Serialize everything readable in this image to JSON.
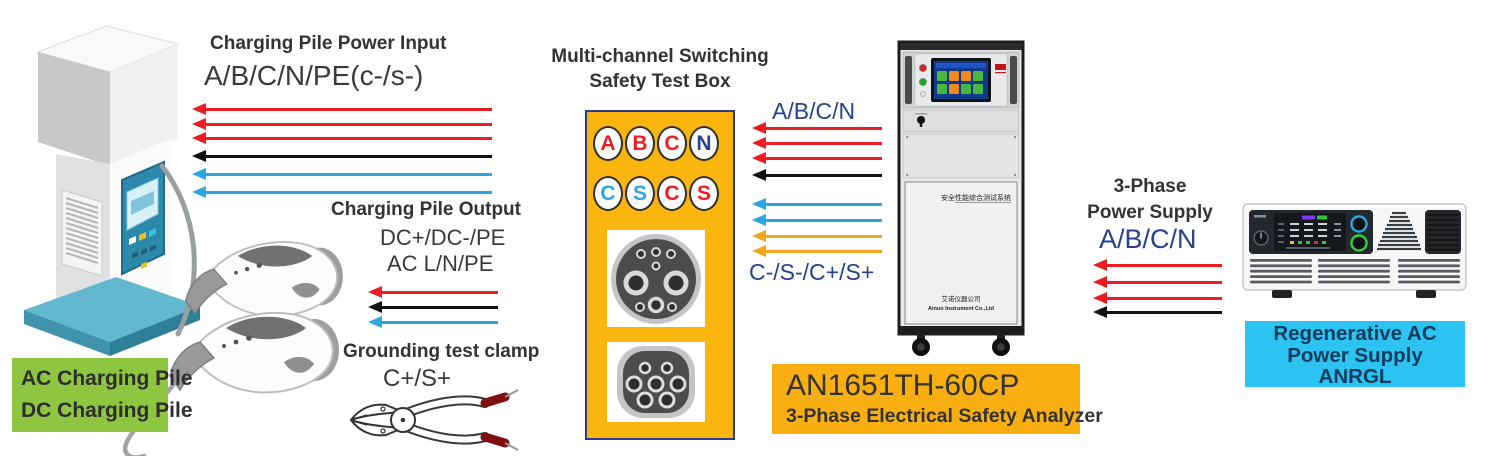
{
  "colors": {
    "red": "#ec1c24",
    "blue": "#2ba7e0",
    "orange": "#f2a51c",
    "black": "#111111",
    "navy": "#27418c",
    "box_yellow": "#fbb50f",
    "label_yellow": "#f9af12",
    "label_green": "#8ec641",
    "label_cyan": "#2cc3f3"
  },
  "charging_pile": {
    "label_line1": "AC Charging Pile",
    "label_line2": "DC Charging Pile"
  },
  "power_input": {
    "title": "Charging Pile Power Input",
    "signals": "A/B/C/N/PE(c-/s-)",
    "arrows": [
      "red",
      "red",
      "red",
      "black",
      "blue",
      "blue"
    ]
  },
  "pile_output": {
    "title": "Charging Pile Output",
    "dc_line": "DC+/DC-/PE",
    "ac_line": "AC L/N/PE",
    "arrows": [
      "red",
      "black",
      "blue"
    ]
  },
  "clamp": {
    "title": "Grounding test clamp",
    "signals": "C+/S+"
  },
  "test_box": {
    "title_line1": "Multi-channel Switching",
    "title_line2": "Safety Test Box",
    "terminals": [
      {
        "letter": "A",
        "color": "red"
      },
      {
        "letter": "B",
        "color": "red"
      },
      {
        "letter": "C",
        "color": "red"
      },
      {
        "letter": "N",
        "color": "navy"
      },
      {
        "letter": "C",
        "color": "cyan"
      },
      {
        "letter": "S",
        "color": "cyan"
      },
      {
        "letter": "C",
        "color": "red"
      },
      {
        "letter": "S",
        "color": "red"
      }
    ]
  },
  "link": {
    "top_label": "A/B/C/N",
    "arrows_top": [
      "red",
      "red",
      "red",
      "black"
    ],
    "arrows_bottom": [
      "blue",
      "blue",
      "orange",
      "orange"
    ],
    "bottom_label": "C-/S-/C+/S+"
  },
  "analyzer": {
    "cabinet_text": "安全性能综合测试系统",
    "company_cn": "艾诺仪器公司",
    "company_en": "Ainuo Instrument Co.,Ltd",
    "model": "AN1651TH-60CP",
    "name": "3-Phase Electrical Safety Analyzer"
  },
  "supply": {
    "title_line1": "3-Phase",
    "title_line2": "Power Supply",
    "signals": "A/B/C/N",
    "arrows": [
      "red",
      "red",
      "red",
      "black"
    ],
    "label_line1": "Regenerative AC",
    "label_line2": "Power Supply",
    "label_line3": "ANRGL"
  }
}
